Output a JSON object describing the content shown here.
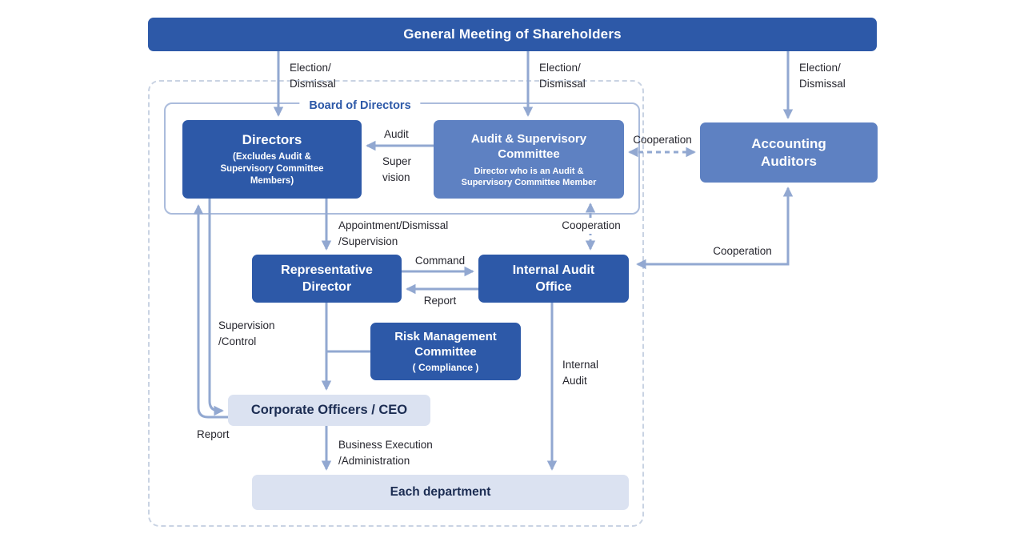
{
  "diagram": {
    "nodes": {
      "general_meeting": "General Meeting of Shareholders",
      "board_of_directors": "Board of Directors",
      "directors_title": "Directors",
      "directors_sub": "(Excludes Audit &\nSupervisory Committee\nMembers)",
      "audit_committee_title": "Audit & Supervisory\nCommittee",
      "audit_committee_sub": "Director who is an Audit &\nSupervisory Committee Member",
      "accounting_auditors": "Accounting\nAuditors",
      "representative_director": "Representative\nDirector",
      "internal_audit_office": "Internal Audit\nOffice",
      "risk_management_title": "Risk Management\nCommittee",
      "risk_management_sub": "( Compliance )",
      "corporate_officers": "Corporate Officers / CEO",
      "each_department": "Each department"
    },
    "labels": {
      "election_dismissal_left": "Election/\nDismissal",
      "election_dismissal_mid": "Election/\nDismissal",
      "election_dismissal_right": "Election/\nDismissal",
      "audit": "Audit",
      "supervision": "Super\nvision",
      "cooperation_horizontal": "Cooperation",
      "cooperation_vertical": "Cooperation",
      "cooperation_elbow": "Cooperation",
      "appointment_dismissal": "Appointment/Dismissal\n/Supervision",
      "command": "Command",
      "report_internal": "Report",
      "supervision_control": "Supervision\n/Control",
      "report_left": "Report",
      "business_execution": "Business Execution\n/Administration",
      "internal_audit": "Internal\nAudit"
    },
    "colors": {
      "primary_box": "#2d59a8",
      "secondary_box": "#5e81c2",
      "light_box": "#dbe2f1",
      "arrow": "#92a8d1",
      "label_text": "#26262e"
    }
  }
}
